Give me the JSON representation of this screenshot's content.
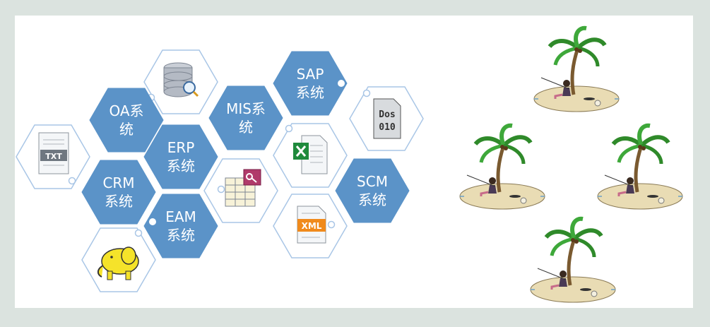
{
  "diagram": {
    "systems": [
      {
        "id": "oa",
        "line1": "OA系",
        "line2": "统"
      },
      {
        "id": "erp",
        "line1": "ERP",
        "line2": "系统"
      },
      {
        "id": "crm",
        "line1": "CRM",
        "line2": "系统"
      },
      {
        "id": "eam",
        "line1": "EAM",
        "line2": "系统"
      },
      {
        "id": "mis",
        "line1": "MIS系",
        "line2": "统"
      },
      {
        "id": "sap",
        "line1": "SAP",
        "line2": "系统"
      },
      {
        "id": "scm",
        "line1": "SCM",
        "line2": "系统"
      }
    ],
    "icons": {
      "txt": "TXT",
      "dos_line1": "Dos",
      "dos_line2": "010",
      "xml": "XML"
    }
  },
  "colors": {
    "hex_fill": "#5b93c8",
    "hex_outline": "#a9c6e6",
    "background": "#dbe3df"
  }
}
